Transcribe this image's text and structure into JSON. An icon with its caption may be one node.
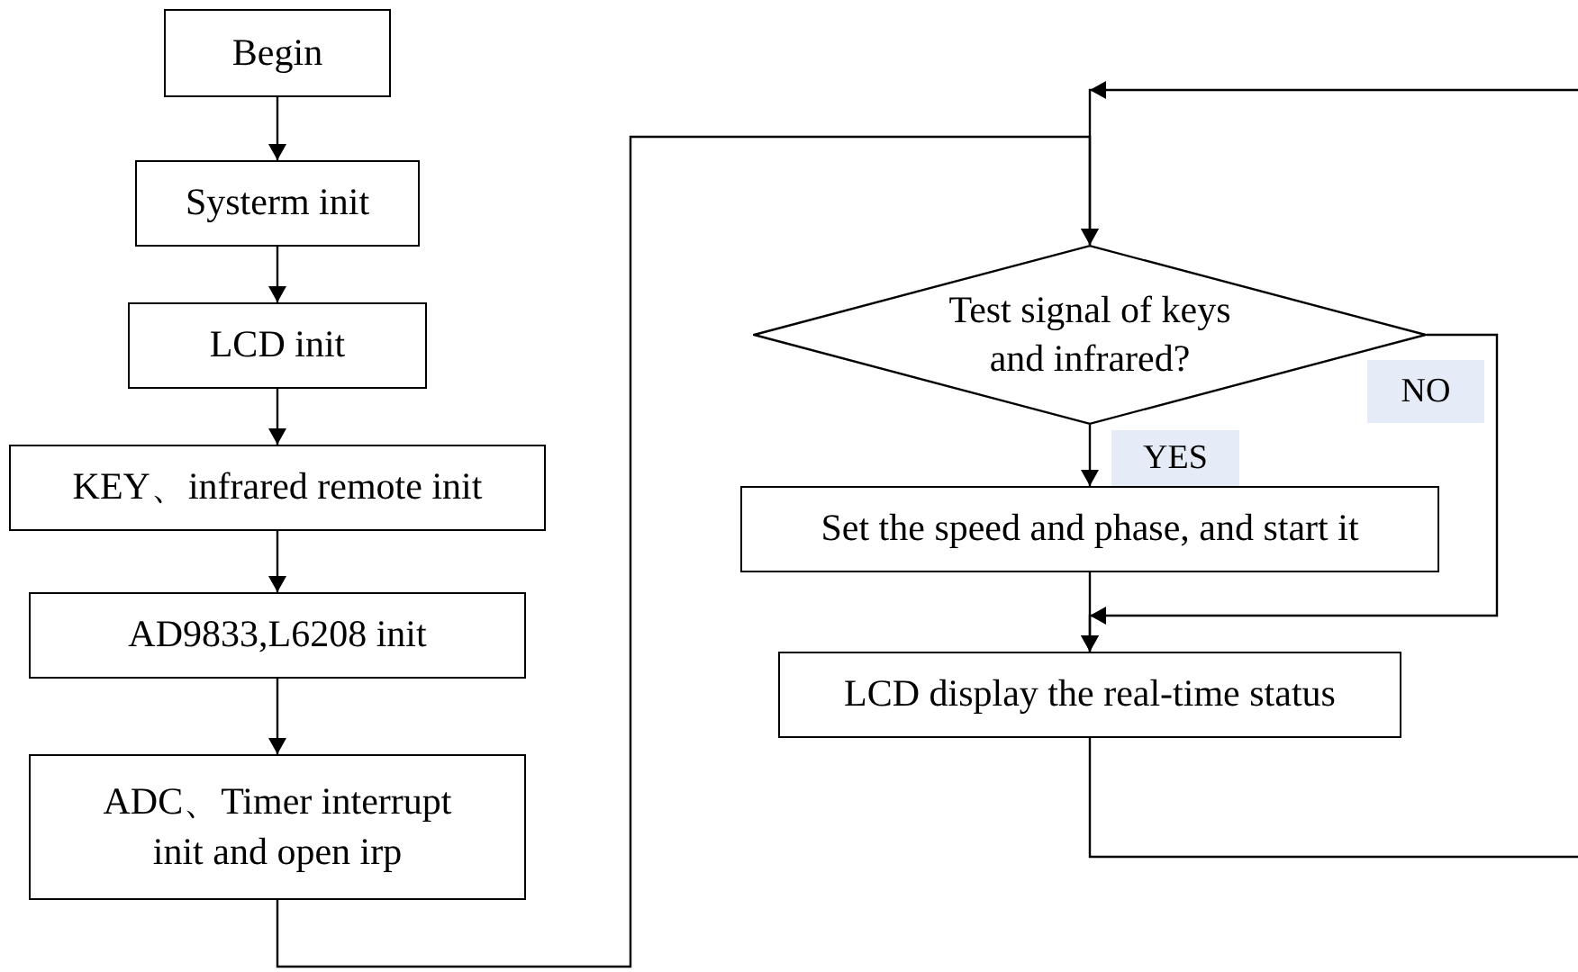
{
  "diagram": {
    "nodes": [
      {
        "text": [
          "Begin"
        ]
      },
      {
        "text": [
          "Systerm init"
        ]
      },
      {
        "text": [
          "LCD init"
        ]
      },
      {
        "text": [
          "KEY、infrared remote init"
        ]
      },
      {
        "text": [
          "AD9833,L6208 init"
        ]
      },
      {
        "text": [
          "ADC、Timer interrupt init and open irp"
        ]
      },
      {
        "text": [
          "Test signal of keys and infrared?"
        ]
      },
      {
        "text": [
          "Set the speed and phase, and start it"
        ]
      },
      {
        "text": [
          "LCD display the real-time status"
        ]
      }
    ],
    "edges": [
      {
        "from": 0,
        "to": 1,
        "arrow": "to"
      },
      {
        "from": 1,
        "to": 2,
        "arrow": "to"
      },
      {
        "from": 2,
        "to": 3,
        "arrow": "to"
      },
      {
        "from": 3,
        "to": 4,
        "arrow": "to"
      },
      {
        "from": 4,
        "to": 5,
        "arrow": "to"
      },
      {
        "from": 5,
        "to": 6,
        "arrow": "to"
      },
      {
        "from": 6,
        "to": 7,
        "arrow": "to",
        "label": "YES"
      },
      {
        "from": 6,
        "to": 8,
        "arrow": "to",
        "label": "NO"
      },
      {
        "from": 7,
        "to": 8,
        "arrow": "to"
      },
      {
        "from": 8,
        "to": 6,
        "arrow": "to"
      }
    ]
  }
}
